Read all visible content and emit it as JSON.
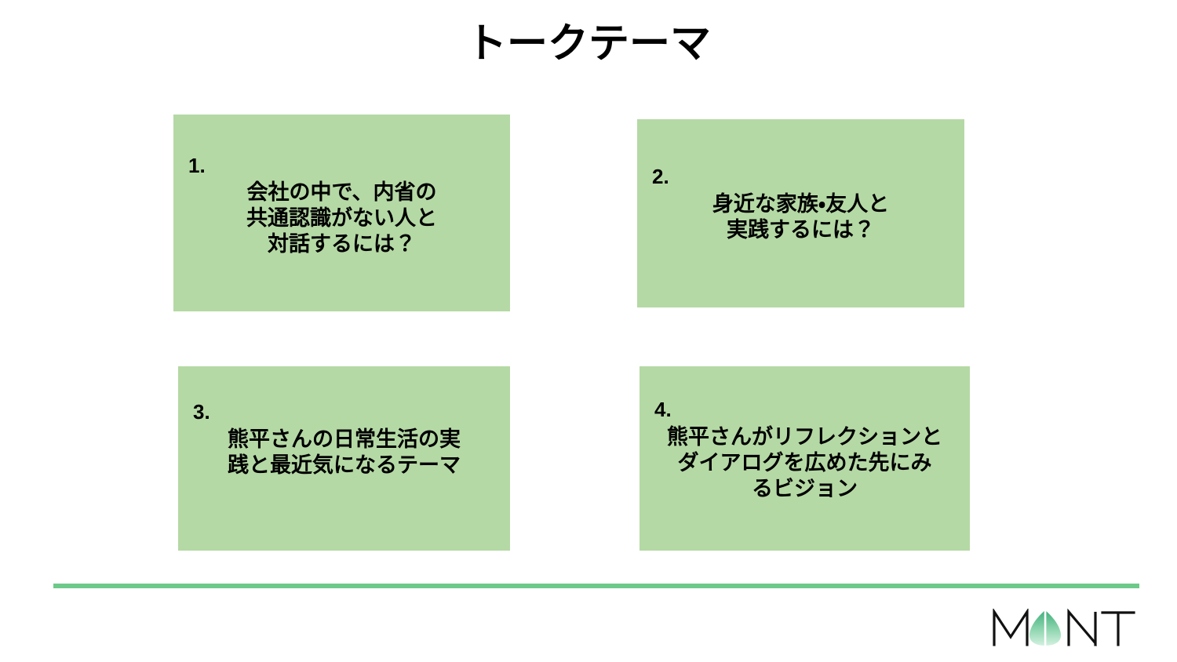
{
  "slide": {
    "title": "トークテーマ",
    "background_color": "#ffffff",
    "box_color": "#b5d9a5",
    "rule_color": "#6cc98a",
    "text_color": "#000000"
  },
  "themes": [
    {
      "number": "1.",
      "text": "会社の中で、内省の\n共通認識がない人と\n対話するには？"
    },
    {
      "number": "2.",
      "text": "身近な家族・友人と\n実践するには？"
    },
    {
      "number": "3.",
      "text": "熊平さんの日常生活の実\n践と最近気になるテーマ"
    },
    {
      "number": "4.",
      "text": "熊平さんがリフレクションと\nダイアログを広めた先にみ\nるビジョン"
    }
  ],
  "footer": {
    "logo_text": "MINT",
    "logo_letters_before": "M",
    "logo_letters_after": "NT",
    "logo_mark": "leaf-icon",
    "logo_gradient_top": "#3fae7a",
    "logo_gradient_bottom": "#cdeedb"
  }
}
